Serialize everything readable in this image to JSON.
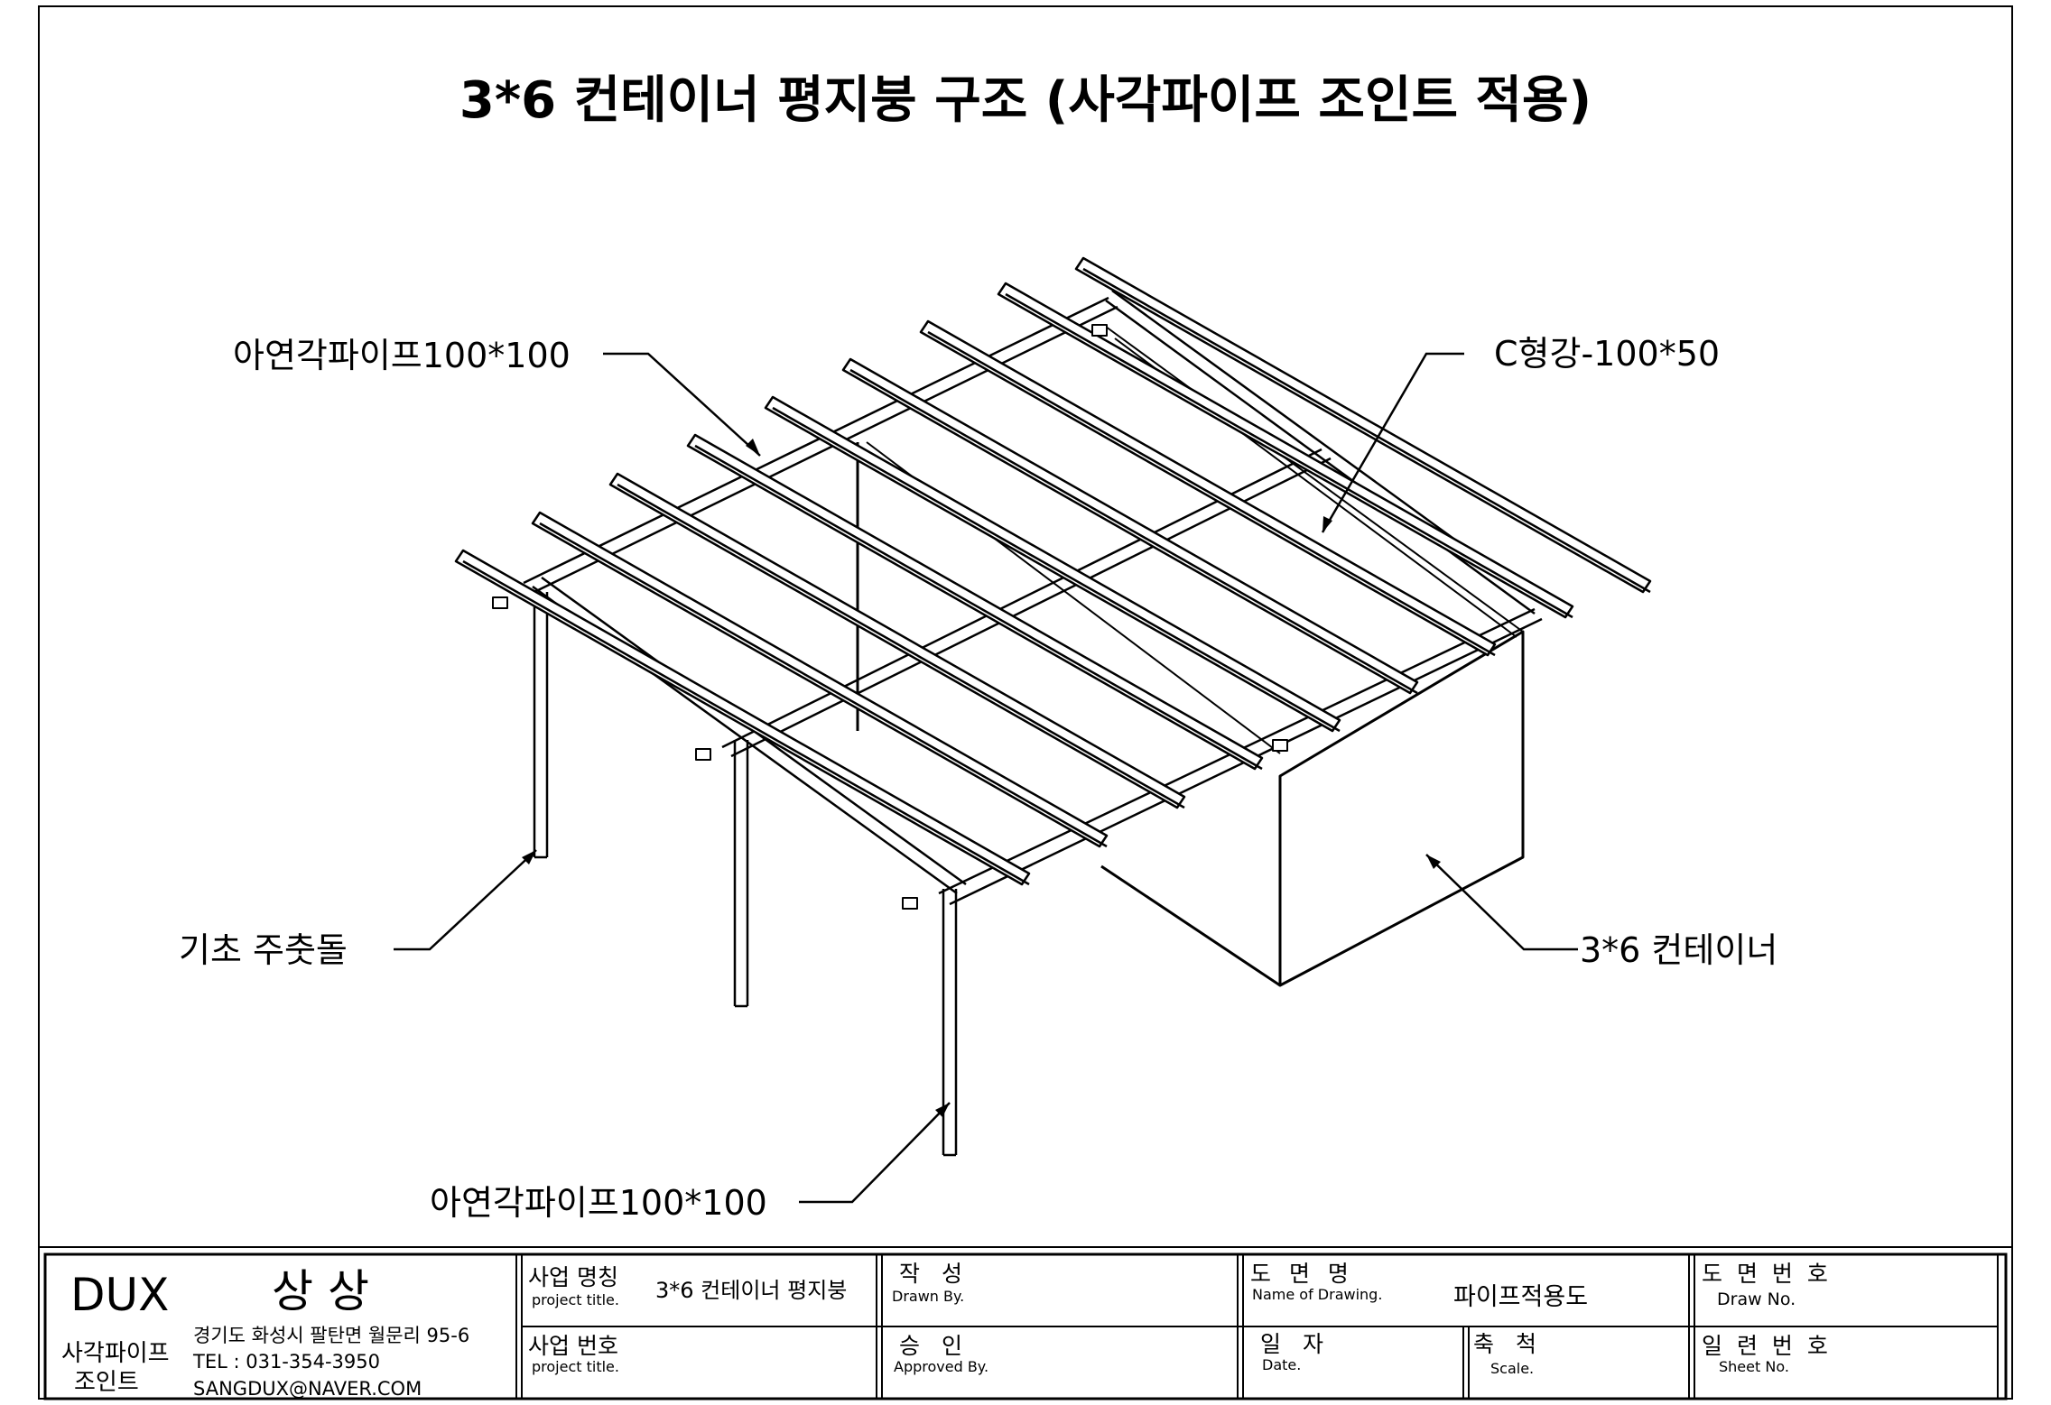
{
  "drawing": {
    "title": "3*6 컨테이너 평지붕 구조 (사각파이프 조인트 적용)",
    "labels": {
      "roof_pipe": "아연각파이프100*100",
      "c_channel": "C형강-100*50",
      "foundation": "기초 주춧돌",
      "container": "3*6 컨테이너",
      "column_pipe": "아연각파이프100*100"
    }
  },
  "title_block": {
    "company": {
      "logo": "DUX",
      "name": "상 상",
      "brand_line1": "사각파이프",
      "brand_line2": "조인트",
      "address": "경기도 화성시 팔탄면 월문리 95-6",
      "tel": "TEL : 031-354-3950",
      "email": "SANGDUX@NAVER.COM"
    },
    "project_name": {
      "label": "사업 명칭",
      "sublabel": "project title.",
      "value": "3*6 컨테이너 평지붕"
    },
    "project_number": {
      "label": "사업 번호",
      "sublabel": "project title.",
      "value": ""
    },
    "drawn_by": {
      "label": "작 성",
      "sublabel": "Drawn By.",
      "value": ""
    },
    "approved_by": {
      "label": "승 인",
      "sublabel": "Approved By.",
      "value": ""
    },
    "drawing_name": {
      "label": "도 면 명",
      "sublabel": "Name of Drawing.",
      "value": "파이프적용도"
    },
    "date": {
      "label": "일 자",
      "sublabel": "Date.",
      "value": ""
    },
    "scale": {
      "label": "축 척",
      "sublabel": "Scale.",
      "value": ""
    },
    "drawing_number": {
      "label": "도 면 번 호",
      "sublabel": "Draw No.",
      "value": ""
    },
    "sheet_number": {
      "label": "일 련 번 호",
      "sublabel": "Sheet No.",
      "value": ""
    }
  }
}
